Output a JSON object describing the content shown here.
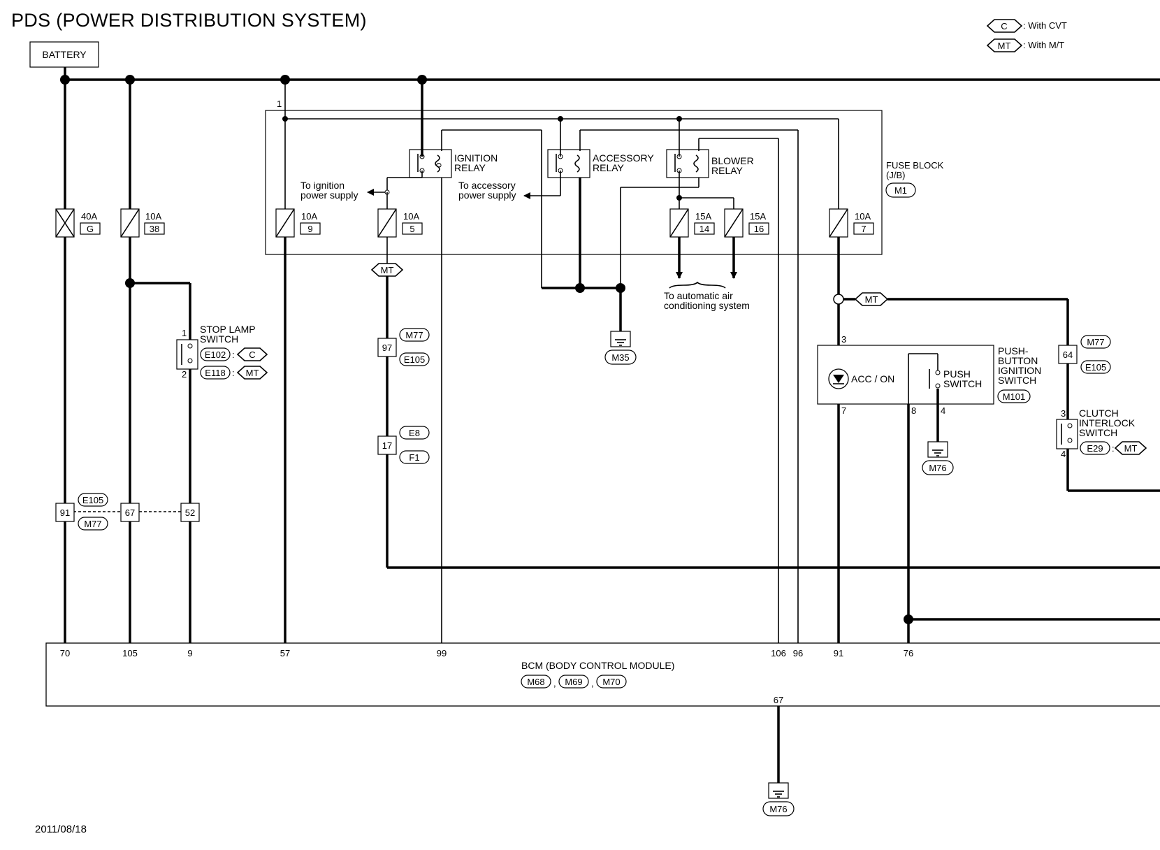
{
  "title": "PDS (POWER DISTRIBUTION SYSTEM)",
  "date": "2011/08/18",
  "legend": {
    "c_tag": "C",
    "c_desc": ": With CVT",
    "mt_tag": "MT",
    "mt_desc": ": With M/T"
  },
  "battery": "BATTERY",
  "fuse_block": {
    "line1": "FUSE BLOCK",
    "line2": "(J/B)",
    "connector": "M1",
    "pin": "1"
  },
  "fuses": [
    {
      "rating": "40A",
      "id": "G"
    },
    {
      "rating": "10A",
      "id": "38"
    },
    {
      "rating": "10A",
      "id": "9"
    },
    {
      "rating": "10A",
      "id": "5"
    },
    {
      "rating": "15A",
      "id": "14"
    },
    {
      "rating": "15A",
      "id": "16"
    },
    {
      "rating": "10A",
      "id": "7"
    }
  ],
  "relays": {
    "ignition": [
      "IGNITION",
      "RELAY"
    ],
    "accessory": [
      "ACCESSORY",
      "RELAY"
    ],
    "blower": [
      "BLOWER",
      "RELAY"
    ]
  },
  "notes": {
    "ign_supply": [
      "To ignition",
      "power supply"
    ],
    "acc_supply": [
      "To accessory",
      "power supply"
    ],
    "ac_system": [
      "To automatic air",
      "conditioning system"
    ]
  },
  "tags": {
    "mt": "MT",
    "c": "C"
  },
  "grounds": {
    "m35": "M35",
    "m76": "M76"
  },
  "stop_lamp": {
    "line1": "STOP LAMP",
    "line2": "SWITCH",
    "pin1": "1",
    "pin2": "2",
    "conn1": "E102",
    "conn2": "E118"
  },
  "connectors": {
    "e105": "E105",
    "m77": "M77",
    "e8": "E8",
    "f1": "F1",
    "pin91": "91",
    "pin67": "67",
    "pin52": "52",
    "pin97": "97",
    "pin17": "17",
    "pin64": "64"
  },
  "push_switch": {
    "l1": "PUSH-",
    "l2": "BUTTON",
    "l3": "IGNITION",
    "l4": "SWITCH",
    "connector": "M101",
    "acc_on": "ACC / ON",
    "push1": "PUSH",
    "push2": "SWITCH",
    "pin3": "3",
    "pin7": "7",
    "pin8": "8",
    "pin4": "4"
  },
  "clutch": {
    "l1": "CLUTCH",
    "l2": "INTERLOCK",
    "l3": "SWITCH",
    "connector": "E29",
    "pin3": "3",
    "pin4": "4"
  },
  "bcm": {
    "name": "BCM (BODY CONTROL MODULE)",
    "conn1": "M68",
    "conn2": "M69",
    "conn3": "M70",
    "sep": ",",
    "pins": [
      "70",
      "105",
      "9",
      "57",
      "99",
      "106",
      "96",
      "91",
      "76"
    ],
    "gnd_pin": "67"
  }
}
